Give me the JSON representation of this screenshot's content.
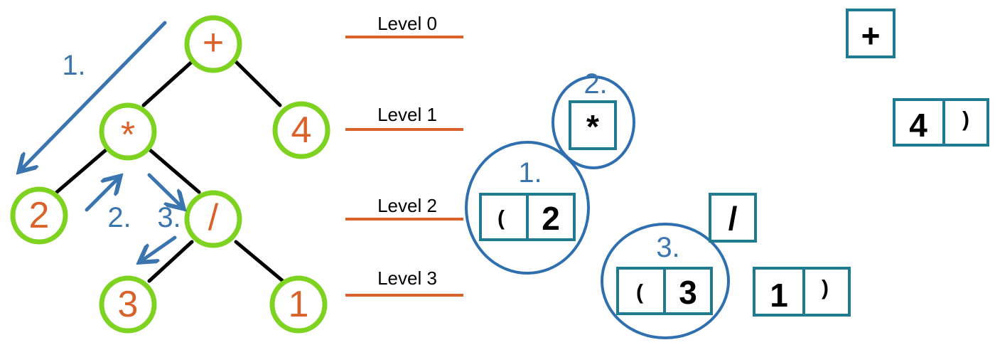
{
  "tree": {
    "nodes": [
      {
        "id": "plus",
        "label": "+"
      },
      {
        "id": "times",
        "label": "*"
      },
      {
        "id": "four",
        "label": "4"
      },
      {
        "id": "two",
        "label": "2"
      },
      {
        "id": "divide",
        "label": "/"
      },
      {
        "id": "three",
        "label": "3"
      },
      {
        "id": "one",
        "label": "1"
      }
    ],
    "steps": [
      "1.",
      "2.",
      "3."
    ]
  },
  "levels": [
    "Level 0",
    "Level 1",
    "Level 2",
    "Level 3"
  ],
  "stack": {
    "groups": [
      "1.",
      "2.",
      "3."
    ],
    "cells": {
      "plus": "+",
      "four": "4",
      "four_paren": ")",
      "times": "*",
      "open_two": "(",
      "two": "2",
      "divide": "/",
      "open_three": "(",
      "three": "3",
      "one": "1",
      "one_paren": ")"
    }
  },
  "colors": {
    "node_border": "#7ed321",
    "node_text": "#d9622b",
    "arrow": "#3b75b0",
    "level_line": "#d9622b",
    "cell_border": "#1e7b91"
  }
}
